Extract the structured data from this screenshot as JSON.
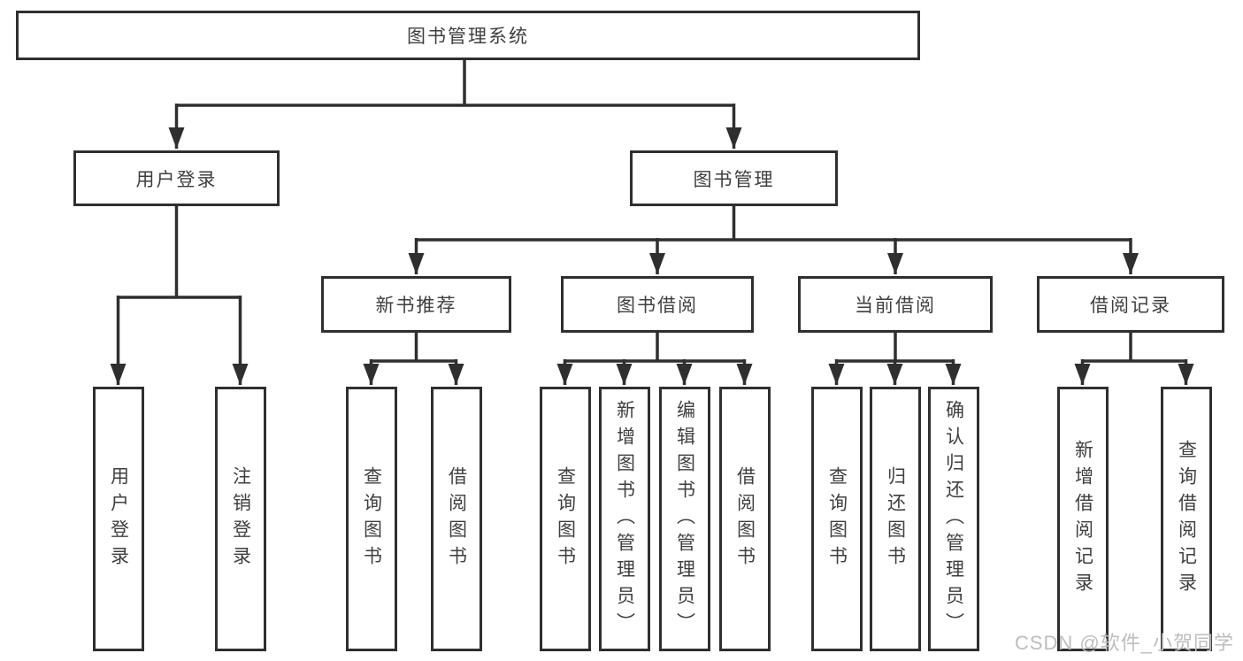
{
  "diagram": {
    "root": {
      "label": "图书管理系统"
    },
    "level2": [
      {
        "label": "用户登录"
      },
      {
        "label": "图书管理"
      }
    ],
    "level3": [
      {
        "label": "新书推荐"
      },
      {
        "label": "图书借阅"
      },
      {
        "label": "当前借阅"
      },
      {
        "label": "借阅记录"
      }
    ],
    "children": {
      "user_login": [
        {
          "label": "用户登录"
        },
        {
          "label": "注销登录"
        }
      ],
      "new_book_recommend": [
        {
          "label": "查询图书"
        },
        {
          "label": "借阅图书"
        }
      ],
      "book_borrow": [
        {
          "label": "查询图书"
        },
        {
          "label": "新增图书（管理员）"
        },
        {
          "label": "编辑图书（管理员）"
        },
        {
          "label": "借阅图书"
        }
      ],
      "current_borrow": [
        {
          "label": "查询图书"
        },
        {
          "label": "归还图书"
        },
        {
          "label": "确认归还（管理员）"
        }
      ],
      "borrow_record": [
        {
          "label": "新增借阅记录"
        },
        {
          "label": "查询借阅记录"
        }
      ]
    },
    "watermark": "CSDN @软件_小贺同学",
    "colors": {
      "line": "#2f2f2f",
      "border": "#2f2f2f",
      "text": "#3f3f3f",
      "watermark": "#bdbdbd",
      "background": "#ffffff"
    }
  }
}
